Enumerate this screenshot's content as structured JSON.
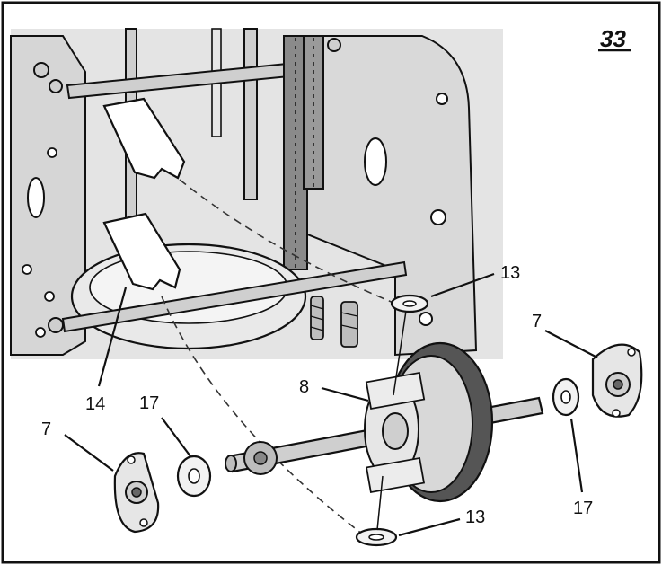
{
  "figure_number": "33",
  "callouts": {
    "c13_top": "13",
    "c7_right": "7",
    "c8": "8",
    "c14": "14",
    "c17_left": "17",
    "c7_left": "7",
    "c17_right": "17",
    "c13_bottom": "13"
  },
  "colors": {
    "frame_gray": "#e6e6e6",
    "shaft_gray": "#cfcfcf",
    "dark_gray": "#555555",
    "line": "#111111"
  }
}
